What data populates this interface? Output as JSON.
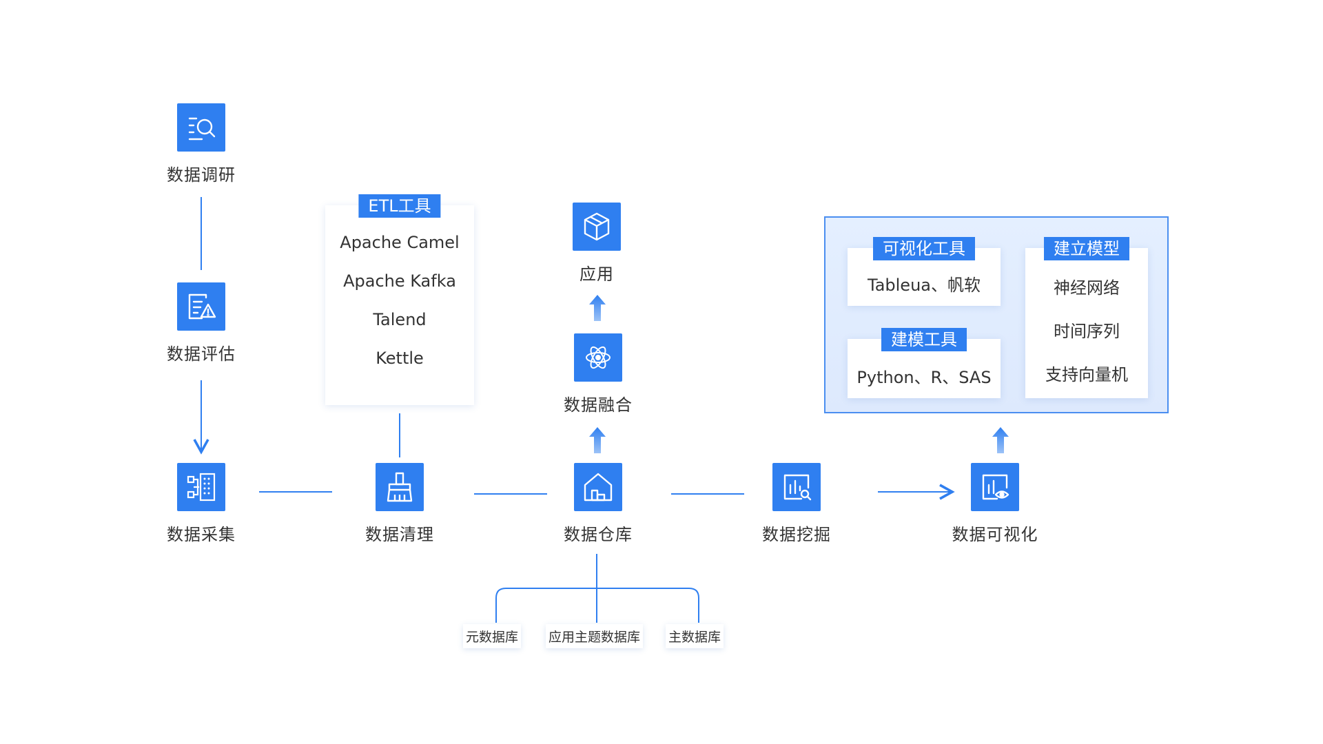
{
  "nodes": {
    "research": "数据调研",
    "assess": "数据评估",
    "collect": "数据采集",
    "clean": "数据清理",
    "warehouse": "数据仓库",
    "fusion": "数据融合",
    "application": "应用",
    "mining": "数据挖掘",
    "visualize": "数据可视化"
  },
  "etl": {
    "title": "ETL工具",
    "items": [
      "Apache Camel",
      "Apache Kafka",
      "Talend",
      "Kettle"
    ]
  },
  "viz_tools": {
    "title": "可视化工具",
    "items": [
      "Tableua、帆软"
    ]
  },
  "model_tools": {
    "title": "建模工具",
    "items": [
      "Python、R、SAS"
    ]
  },
  "models": {
    "title": "建立模型",
    "items": [
      "神经网络",
      "时间序列",
      "支持向量机"
    ]
  },
  "databases": [
    "元数据库",
    "应用主题数据库",
    "主数据库"
  ],
  "colors": {
    "accent": "#2f7ff0",
    "panel_border": "#4a8ef0",
    "panel_bg": "#e4efff"
  },
  "icons": {
    "research": "search-list-icon",
    "assess": "warning-document-icon",
    "collect": "grid-collect-icon",
    "clean": "broom-icon",
    "warehouse": "warehouse-icon",
    "fusion": "atom-icon",
    "application": "cube-icon",
    "mining": "chart-search-icon",
    "visualize": "chart-eye-icon"
  }
}
